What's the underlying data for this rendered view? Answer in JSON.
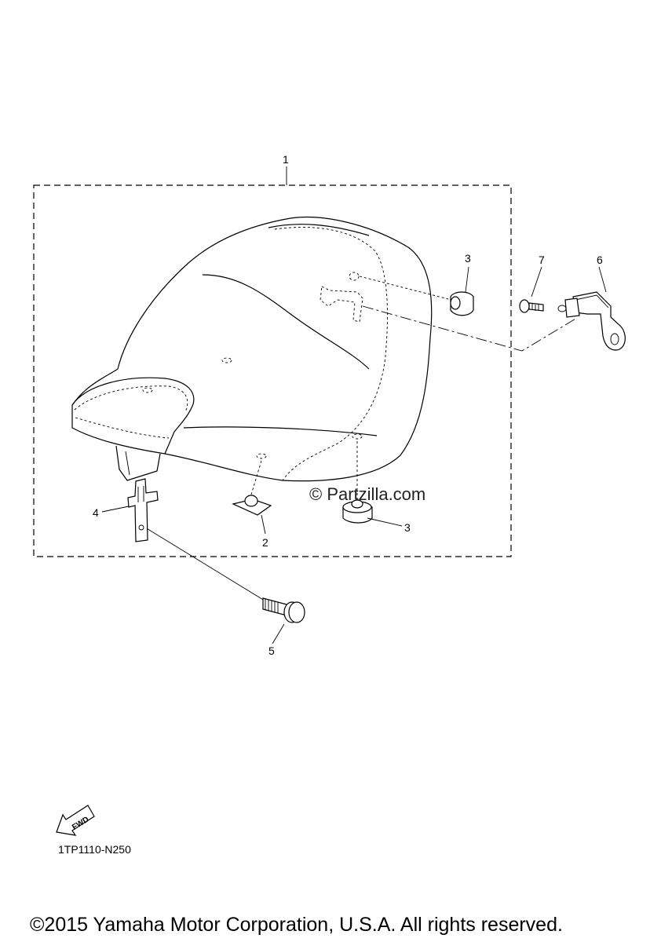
{
  "diagram": {
    "callouts": {
      "c1": "1",
      "c2": "2",
      "c3a": "3",
      "c3b": "3",
      "c4": "4",
      "c5": "5",
      "c6": "6",
      "c7": "7"
    },
    "watermark": "© Partzilla.com",
    "fwd_label": "FWD",
    "part_code": "1TP1110-N250"
  },
  "footer": {
    "copyright": "©2015 Yamaha Motor Corporation, U.S.A. All rights reserved."
  }
}
